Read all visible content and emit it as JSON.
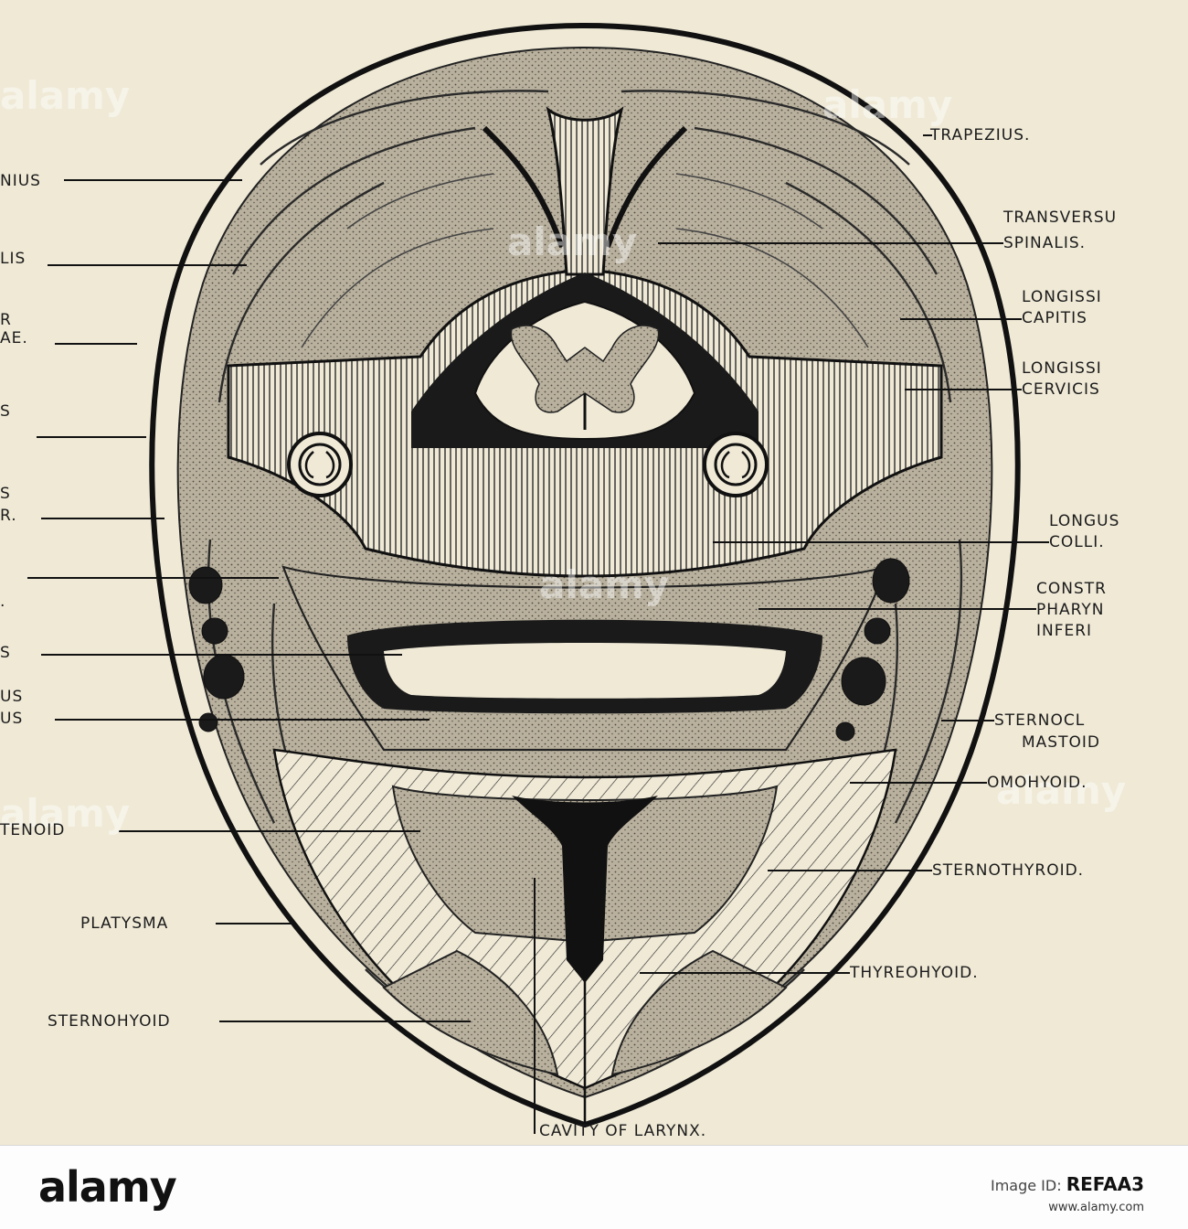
{
  "figure": {
    "labels_left": {
      "splenius": "NIUS",
      "spinalis": "LIS",
      "levator_1": "R",
      "levator_2": "AE.",
      "scalenus": "S",
      "scalene_post_1": "S",
      "scalene_post_2": "R.",
      "artery": ".",
      "mucosa": "S",
      "arytenoideus_1": "US",
      "arytenoideus_2": "US",
      "cricoarytenoid": "TENOID",
      "platysma": "PLATYSMA",
      "sternohyoid": "STERNOHYOID"
    },
    "labels_right": {
      "trapezius": "TRAPEZIUS.",
      "transversus_1": "TRANSVERSU",
      "transversus_2": "SPINALIS.",
      "longissimus_capitis_1": "LONGISSI",
      "longissimus_capitis_2": "CAPITIS",
      "longissimus_cervicis_1": "LONGISSI",
      "longissimus_cervicis_2": "CERVICIS",
      "longus_colli_1": "LONGUS",
      "longus_colli_2": "COLLI.",
      "constrictor_1": "CONSTR",
      "constrictor_2": "PHARYN",
      "constrictor_3": "INFERI",
      "sternocleido_1": "STERNOCL",
      "sternocleido_2": "MASTOID",
      "omohyoid": "OMOHYOID.",
      "sternothyroid": "STERNOTHYROID.",
      "thyreohyoid": "THYREOHYOID."
    },
    "label_bottom": "CAVITY OF LARYNX."
  },
  "watermark": {
    "text": "alamy"
  },
  "footer": {
    "logo": "alamy",
    "image_id_prefix": "Image ID:",
    "image_id": "REFAA3",
    "url": "www.alamy.com"
  },
  "colors": {
    "paper": "#efe9d6",
    "ink": "#1b1b1b",
    "tissue": "#b3ab98",
    "footer_bg": "#fdfdfd"
  }
}
